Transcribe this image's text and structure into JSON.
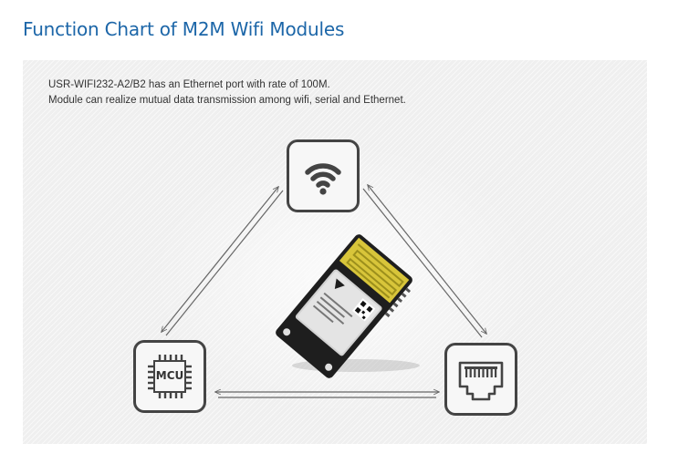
{
  "header": {
    "title": "Function Chart of M2M Wifi Modules"
  },
  "description": {
    "line1": "USR-WIFI232-A2/B2 has an Ethernet port with rate of 100M.",
    "line2": "Module can realize mutual data transmission among wifi, serial and Ethernet."
  },
  "nodes": {
    "wifi": {
      "icon": "wifi-icon"
    },
    "mcu": {
      "icon": "chip-icon",
      "label": "MCU"
    },
    "ethernet": {
      "icon": "ethernet-port-icon"
    }
  },
  "module_image": {
    "icon": "wifi-module-board"
  },
  "colors": {
    "title": "#1c66a8",
    "icon_stroke": "#444444",
    "arrow": "#666666",
    "panel_background": "#efefef",
    "antenna": "#d8c53a",
    "board": "#1e1e1e"
  }
}
